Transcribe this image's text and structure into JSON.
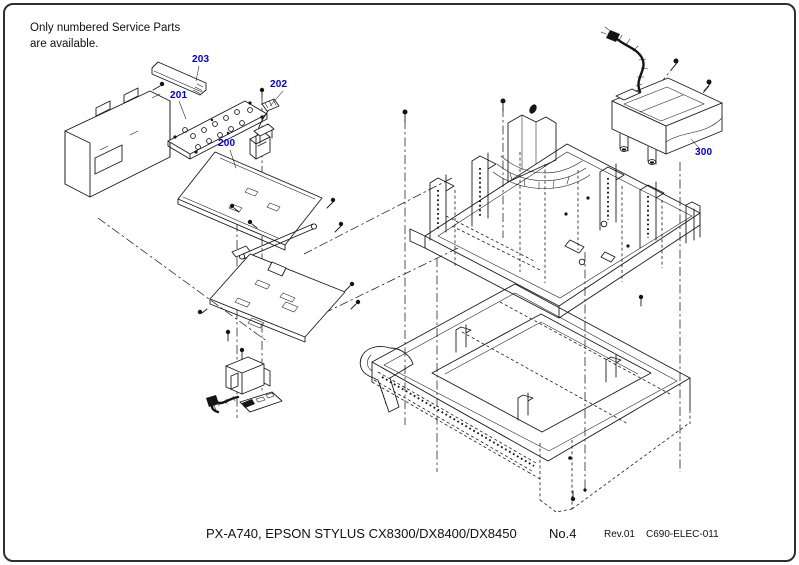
{
  "page": {
    "note": {
      "line1": "Only numbered Service Parts",
      "line2": "are available."
    },
    "callouts": [
      {
        "label": "203"
      },
      {
        "label": "201"
      },
      {
        "label": "202"
      },
      {
        "label": "200"
      },
      {
        "label": "300"
      }
    ],
    "footer": {
      "title": "PX-A740, EPSON STYLUS CX8300/DX8400/DX8450",
      "sheet_no": "No.4",
      "revision": "Rev.01",
      "doc_code": "C690-ELEC-011"
    },
    "colors": {
      "callout_blue": "#0000cc",
      "line_ink": "#1b1b1b",
      "paper": "#ffffff",
      "border": "#2f2f2f"
    }
  }
}
